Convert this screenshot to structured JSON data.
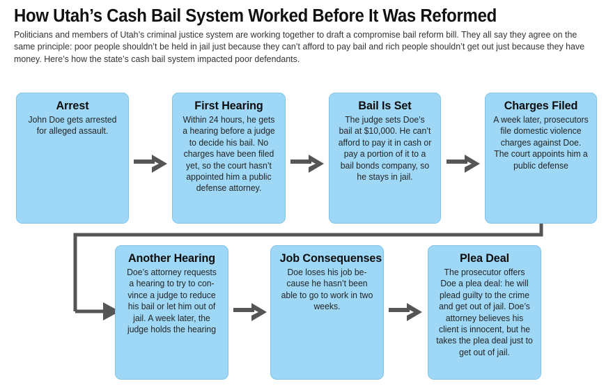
{
  "header": {
    "title": "How Utah’s Cash Bail System Worked Before It Was Reformed",
    "subtitle": "Politicians and members of Utah’s criminal justice system are working together to draft a compromise bail reform bill. They all say they agree on the same principle: poor people shouldn’t be held in jail just because they can’t afford to pay bail and rich people shouldn’t get out just because they have money. Here’s how the state’s cash bail system impacted poor defendants."
  },
  "colors": {
    "box_fill": "#9ed8f6",
    "box_border": "#7fc4e8",
    "arrow": "#555555",
    "title_text": "#111111",
    "body_text": "#232323",
    "background": "#ffffff"
  },
  "flow": {
    "row1": [
      {
        "id": "arrest",
        "title": "Arrest",
        "body": "John Doe gets arrested for alleged assault."
      },
      {
        "id": "first-hearing",
        "title": "First Hearing",
        "body": "Within 24 hours, he gets a hearing before a judge to decide his bail. No charges have been filed yet, so the court hasn’t appointed him a public defense attorney."
      },
      {
        "id": "bail-is-set",
        "title": "Bail Is Set",
        "body": "The judge sets Doe’s bail at $10,000. He can’t afford to pay it in cash or pay a portion of it to a bail bonds company, so he stays in jail."
      },
      {
        "id": "charges-filed",
        "title": "Charges Filed",
        "body": "A week later, prosecutors file domestic violence charges against Doe. The court appoints him a public defense"
      }
    ],
    "row2": [
      {
        "id": "another-hearing",
        "title": "Another Hearing",
        "body": "Doe’s attorney requests a hearing to try to con-vince a judge to reduce his bail or let him out of jail. A week later, the judge holds the hearing"
      },
      {
        "id": "job-consequenses",
        "title": "Job Consequenses",
        "body": "Doe loses his job be-cause he hasn’t been able to go to work in two weeks."
      },
      {
        "id": "plea-deal",
        "title": "Plea Deal",
        "body": "The prosecutor offers Doe a plea deal: he will plead guilty to the crime and get out of jail. Doe’s attorney believes his client is innocent, but he takes the plea deal just to get out of jail."
      }
    ]
  }
}
